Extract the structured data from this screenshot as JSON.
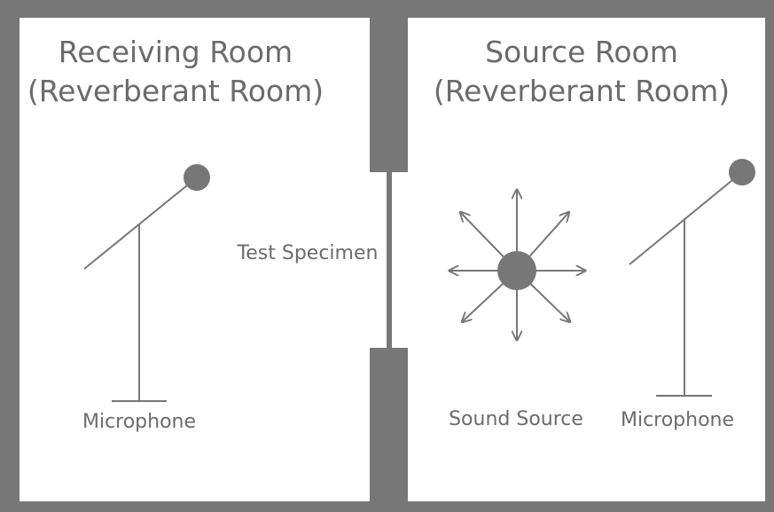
{
  "rooms": {
    "receiving": {
      "title_line1": "Receiving Room",
      "title_line2": "(Reverberant Room)",
      "microphone_label": "Microphone"
    },
    "source": {
      "title_line1": "Source Room",
      "title_line2": "(Reverberant Room)",
      "microphone_label": "Microphone",
      "sound_source_label": "Sound Source"
    }
  },
  "specimen": {
    "label": "Test Specimen"
  },
  "colors": {
    "wall": "#777777",
    "line": "#777777",
    "text": "#6b6b6b",
    "background": "#ffffff"
  }
}
